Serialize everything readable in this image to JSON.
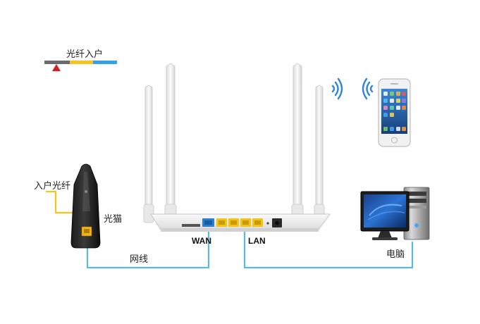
{
  "legend": {
    "title": "光纤入户",
    "colors": {
      "grey": "#6b6b6b",
      "yellow": "#f4c51f",
      "blue": "#3a9ee4",
      "marker": "#d21f1f"
    }
  },
  "labels": {
    "fiber_in": "入户光纤",
    "modem": "光猫",
    "cable": "网线",
    "wan": "WAN",
    "lan": "LAN",
    "computer": "电脑"
  },
  "colors": {
    "fiber": "#f4c51f",
    "ethernet": "#59b8e6",
    "router_body": "#f2f2f2",
    "wan_port": "#2b7fd0",
    "lan_port": "#f2c418",
    "wifi": "#2f86d6"
  },
  "icons": [
    "router-icon",
    "optical-modem-icon",
    "smartphone-icon",
    "desktop-computer-icon",
    "wifi-signal-icon"
  ]
}
